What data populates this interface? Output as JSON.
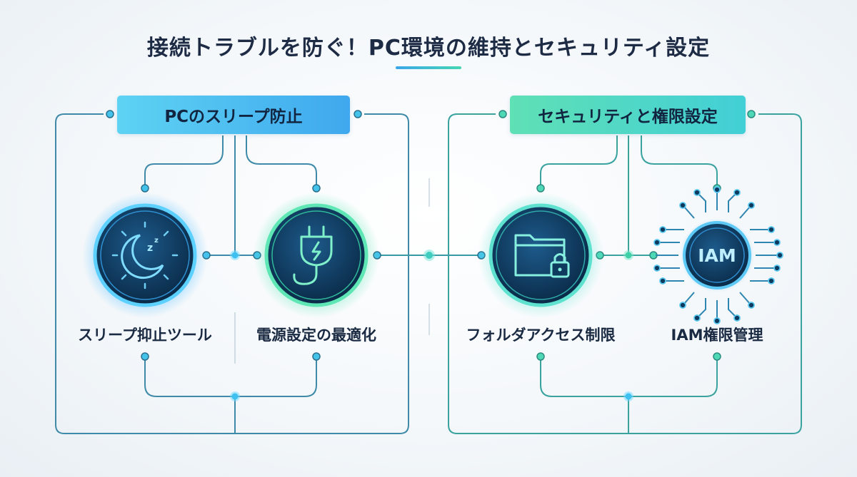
{
  "page": {
    "title": "接続トラブルを防ぐ！PC環境の維持とセキュリティ設定"
  },
  "panels": [
    {
      "title": "PCのスリープ防止",
      "accent": "#3fa8ee",
      "items": [
        {
          "label": "スリープ抑止ツール",
          "icon": "moon-sleep-icon"
        },
        {
          "label": "電源設定の最適化",
          "icon": "power-plug-icon"
        }
      ]
    },
    {
      "title": "セキュリティと権限設定",
      "accent": "#45d6b5",
      "items": [
        {
          "label": "フォルダアクセス制限",
          "icon": "folder-lock-icon"
        },
        {
          "label": "IAM権限管理",
          "icon": "iam-chip-icon",
          "badge": "IAM"
        }
      ]
    }
  ],
  "colors": {
    "line_left": "#3b8aa6",
    "line_right": "#3aa39f",
    "node_fill": "#44c3ea",
    "circle_dark": "#0e3a5e",
    "glow_blue": "#3fb6ff",
    "glow_green": "#4fe3b0"
  }
}
